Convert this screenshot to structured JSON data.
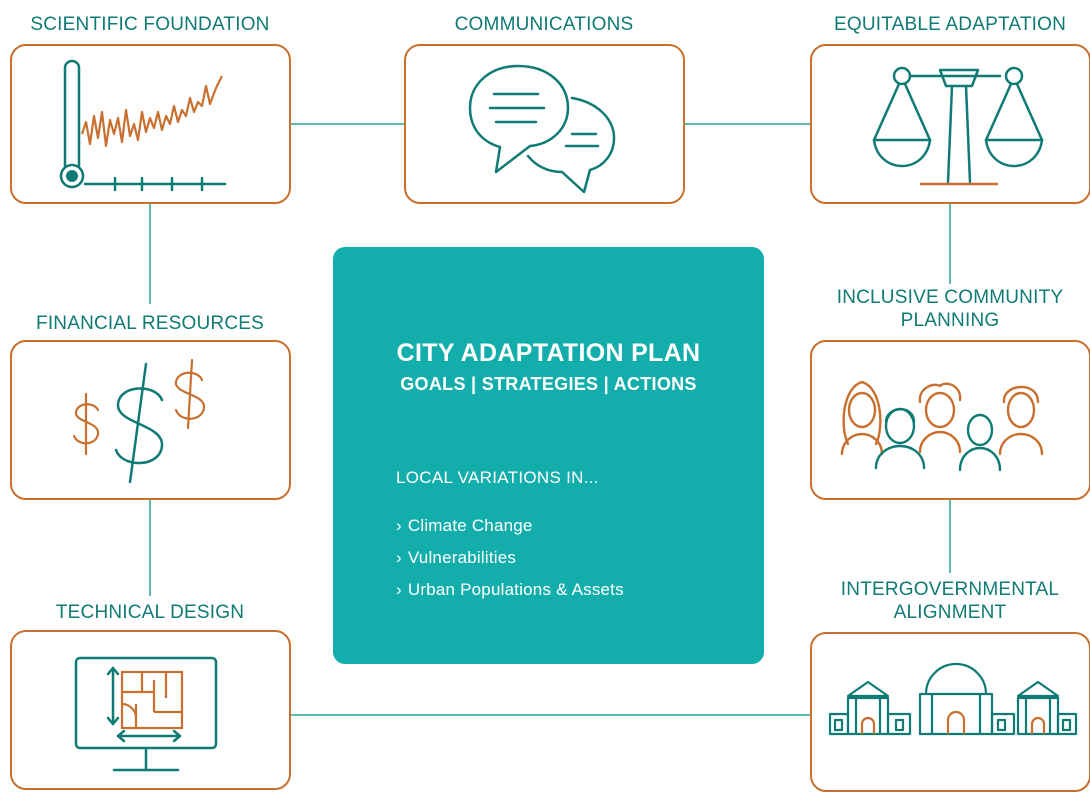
{
  "center": {
    "title": "CITY ADAPTATION PLAN",
    "subtitle": "GOALS | STRATEGIES | ACTIONS",
    "variations_heading": "LOCAL VARIATIONS IN...",
    "bullet_marker": "›",
    "variations": [
      "Climate Change",
      "Vulnerabilities",
      "Urban Populations & Assets"
    ]
  },
  "components": {
    "scientific_foundation": {
      "label": "SCIENTIFIC FOUNDATION",
      "icon": "thermometer-graph-icon"
    },
    "communications": {
      "label": "COMMUNICATIONS",
      "icon": "speech-bubbles-icon"
    },
    "equitable_adaptation": {
      "label": "EQUITABLE ADAPTATION",
      "icon": "balance-scale-icon"
    },
    "financial_resources": {
      "label": "FINANCIAL RESOURCES",
      "icon": "dollar-signs-icon"
    },
    "inclusive_community_planning": {
      "label_line1": "INCLUSIVE COMMUNITY",
      "label_line2": "PLANNING",
      "icon": "people-group-icon"
    },
    "technical_design": {
      "label": "TECHNICAL DESIGN",
      "icon": "blueprint-monitor-icon"
    },
    "intergovernmental_alignment": {
      "label_line1": "INTERGOVERNMENTAL",
      "label_line2": "ALIGNMENT",
      "icon": "government-buildings-icon"
    }
  },
  "colors": {
    "teal": "#13aeac",
    "dark_teal": "#0f7b74",
    "orange": "#c8702f",
    "connector": "#5cbcb3"
  }
}
